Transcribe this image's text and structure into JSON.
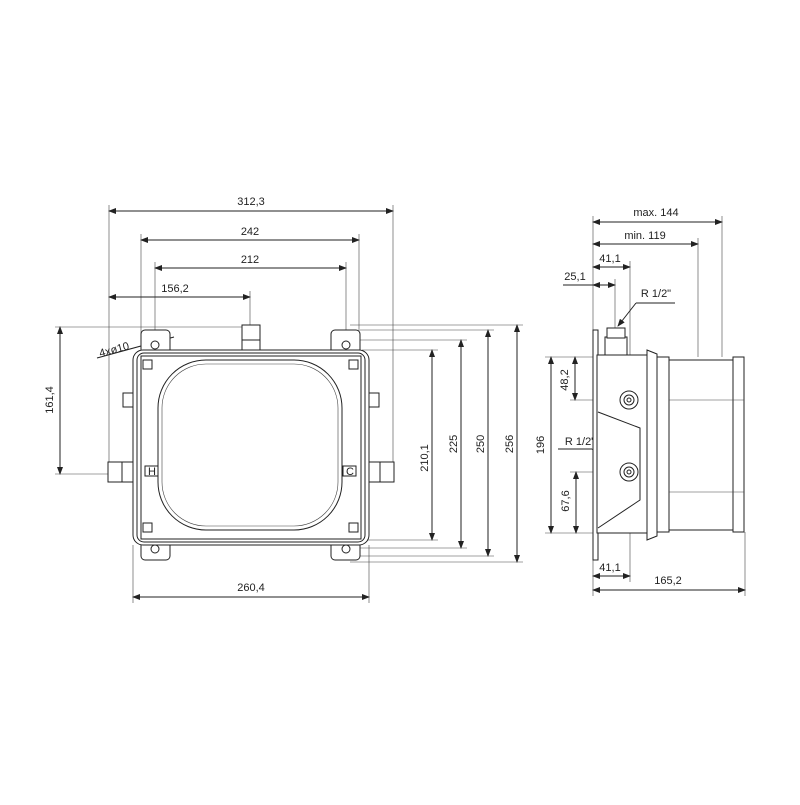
{
  "front_view": {
    "dimensions": {
      "overall_width": "312,3",
      "width_242": "242",
      "hole_spacing": "212",
      "connector_offset": "156,2",
      "side_connector_height": "161,4",
      "hole_diameter": "4xø10",
      "height_210": "210,1",
      "height_225": "225",
      "height_250": "250",
      "height_256": "256",
      "body_width": "260,4"
    },
    "labels": {
      "hot": "H",
      "cold": "C"
    }
  },
  "side_view": {
    "dimensions": {
      "max_depth": "max. 144",
      "min_depth": "min. 119",
      "top_offset": "41,1",
      "top_connector_offset": "25,1",
      "height": "196",
      "upper_fitting": "48,2",
      "lower_fitting": "67,6",
      "bottom_offset": "41,1",
      "total_depth": "165,2"
    },
    "thread_top": "R 1/2\"",
    "thread_side": "R 1/2\""
  }
}
